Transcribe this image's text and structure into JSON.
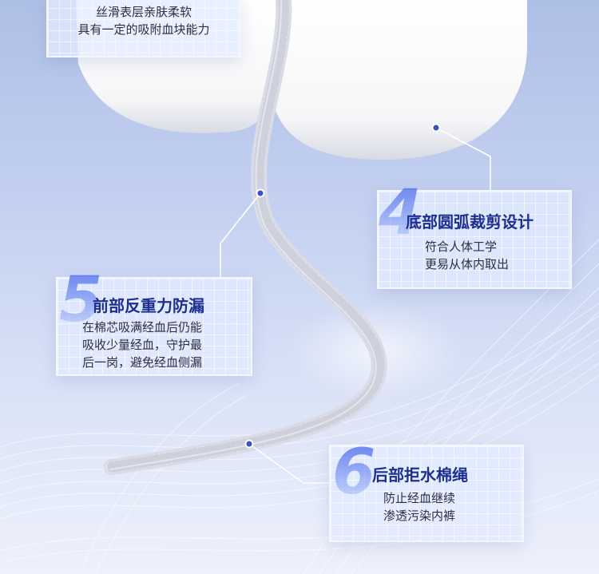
{
  "features": [
    {
      "id": "top",
      "number": "",
      "title": "",
      "lines": [
        "丝滑表层亲肤柔软",
        "具有一定的吸附血块能力"
      ]
    },
    {
      "id": "f4",
      "number": "4",
      "title": "底部圆弧裁剪设计",
      "lines": [
        "符合人体工学",
        "更易从体内取出"
      ]
    },
    {
      "id": "f5",
      "number": "5",
      "title": "前部反重力防漏",
      "lines": [
        "在棉芯吸满经血后仍能",
        "吸收少量经血，守护最",
        "后一岗，避免经血侧漏"
      ]
    },
    {
      "id": "f6",
      "number": "6",
      "title": "后部拒水棉绳",
      "lines": [
        "防止经血继续",
        "渗透污染内裤"
      ]
    }
  ],
  "colors": {
    "accent": "#1d2f8f",
    "dot": "#3a4fc8",
    "background": "#c3d0f0"
  }
}
